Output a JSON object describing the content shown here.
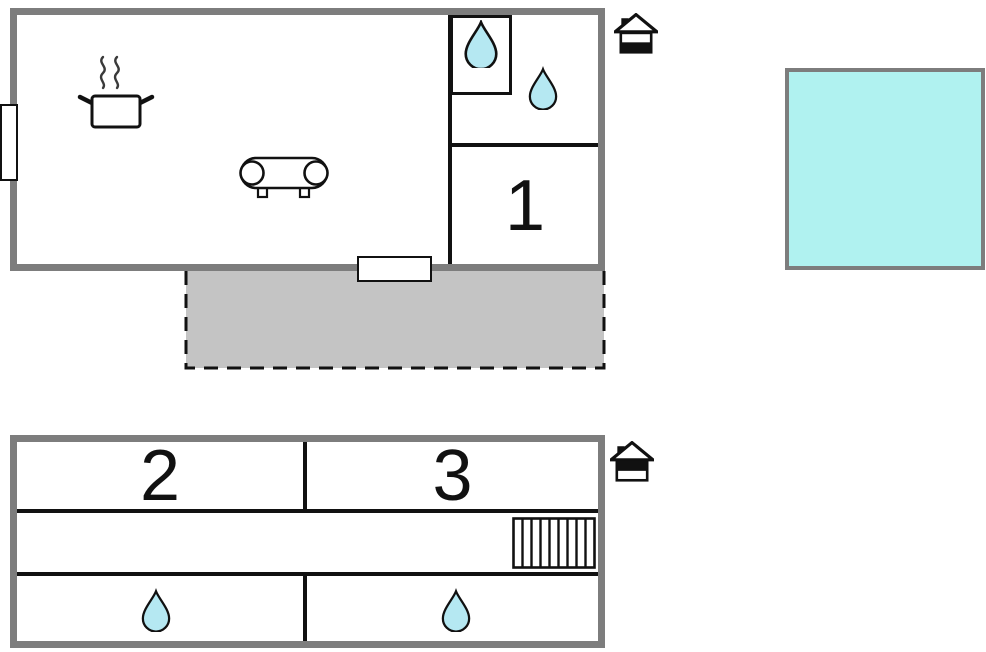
{
  "colors": {
    "outer_wall": "#7d7d7d",
    "inner_wall": "#111111",
    "terrace_fill": "#c4c4c4",
    "terrace_border": "#111111",
    "pool_fill": "#b0f2f0",
    "pool_border": "#7d7d7d",
    "water_drop_fill": "#b5e8f2",
    "background": "#ffffff"
  },
  "ground_floor": {
    "room_1": {
      "label": "1"
    },
    "icons": {
      "shower": "water-drop-icon",
      "bathroom": "water-drop-icon",
      "kitchen": "cooking-pot-with-steam-icon",
      "living_room": "sofa-icon",
      "storey_indicator": "house-ground-floor-icon"
    },
    "openings": {
      "window": "window-left-wall",
      "door": "door-to-terrace"
    },
    "terrace": {
      "type": "terrace",
      "border_style": "dashed"
    }
  },
  "first_floor": {
    "room_2": {
      "label": "2"
    },
    "room_3": {
      "label": "3"
    },
    "icons": {
      "stairs": "stairs-icon",
      "drop_left": "water-drop-icon",
      "drop_right": "water-drop-icon",
      "storey_indicator": "house-first-floor-icon"
    }
  },
  "pool": {
    "type": "swimming-pool"
  }
}
